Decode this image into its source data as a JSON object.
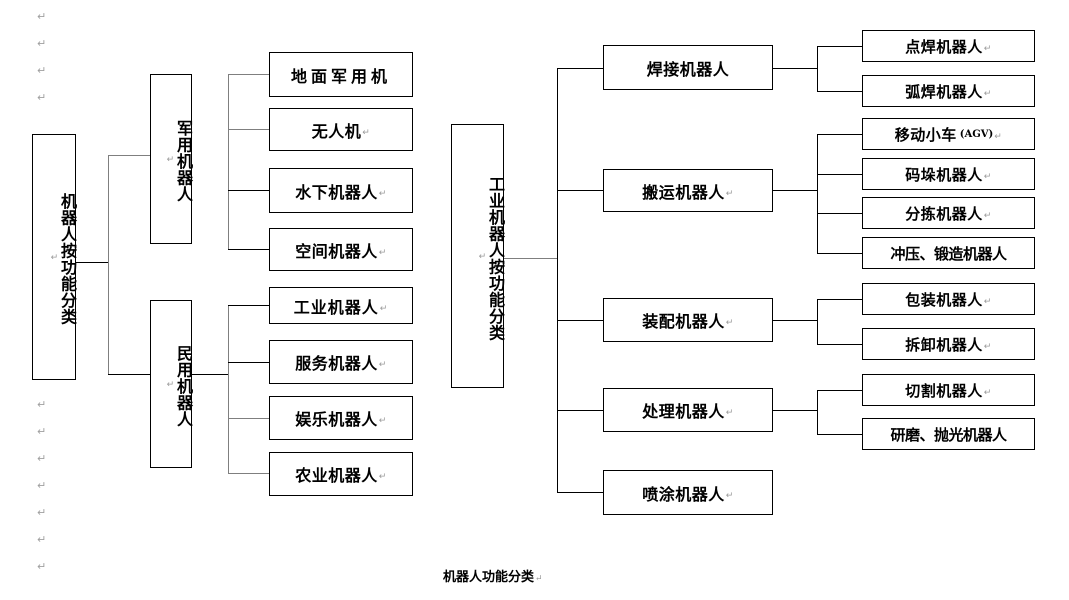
{
  "document": {
    "caption": "机器人功能分类",
    "pilcrow": "↵"
  },
  "left_tree": {
    "root": {
      "label": "机器人按功能分类"
    },
    "branches": [
      {
        "label": "军用机器人",
        "children": [
          {
            "label": "地面军用机"
          },
          {
            "label": "无人机"
          },
          {
            "label": "水下机器人"
          },
          {
            "label": "空间机器人"
          }
        ]
      },
      {
        "label": "民用机器人",
        "children": [
          {
            "label": "工业机器人"
          },
          {
            "label": "服务机器人"
          },
          {
            "label": "娱乐机器人"
          },
          {
            "label": "农业机器人"
          }
        ]
      }
    ]
  },
  "right_tree": {
    "root": {
      "label": "工业机器人按功能分类"
    },
    "branches": [
      {
        "label": "焊接机器人",
        "children": [
          {
            "label": "点焊机器人"
          },
          {
            "label": "弧焊机器人"
          }
        ]
      },
      {
        "label": "搬运机器人",
        "children": [
          {
            "label": "移动小车",
            "suffix": "(AGV)"
          },
          {
            "label": "码垛机器人"
          },
          {
            "label": "分拣机器人"
          },
          {
            "label": "冲压、锻造机器人"
          }
        ]
      },
      {
        "label": "装配机器人",
        "children": [
          {
            "label": "包装机器人"
          },
          {
            "label": "拆卸机器人"
          }
        ]
      },
      {
        "label": "处理机器人",
        "children": [
          {
            "label": "切割机器人"
          },
          {
            "label": "研磨、抛光机器人"
          }
        ]
      },
      {
        "label": "喷涂机器人",
        "children": []
      }
    ]
  },
  "colors": {
    "box_border": "#000000",
    "line": "#000000",
    "line_grey": "#7f7f7f",
    "text": "#000000",
    "pilcrow": "#9a9a9a",
    "background": "#ffffff"
  }
}
